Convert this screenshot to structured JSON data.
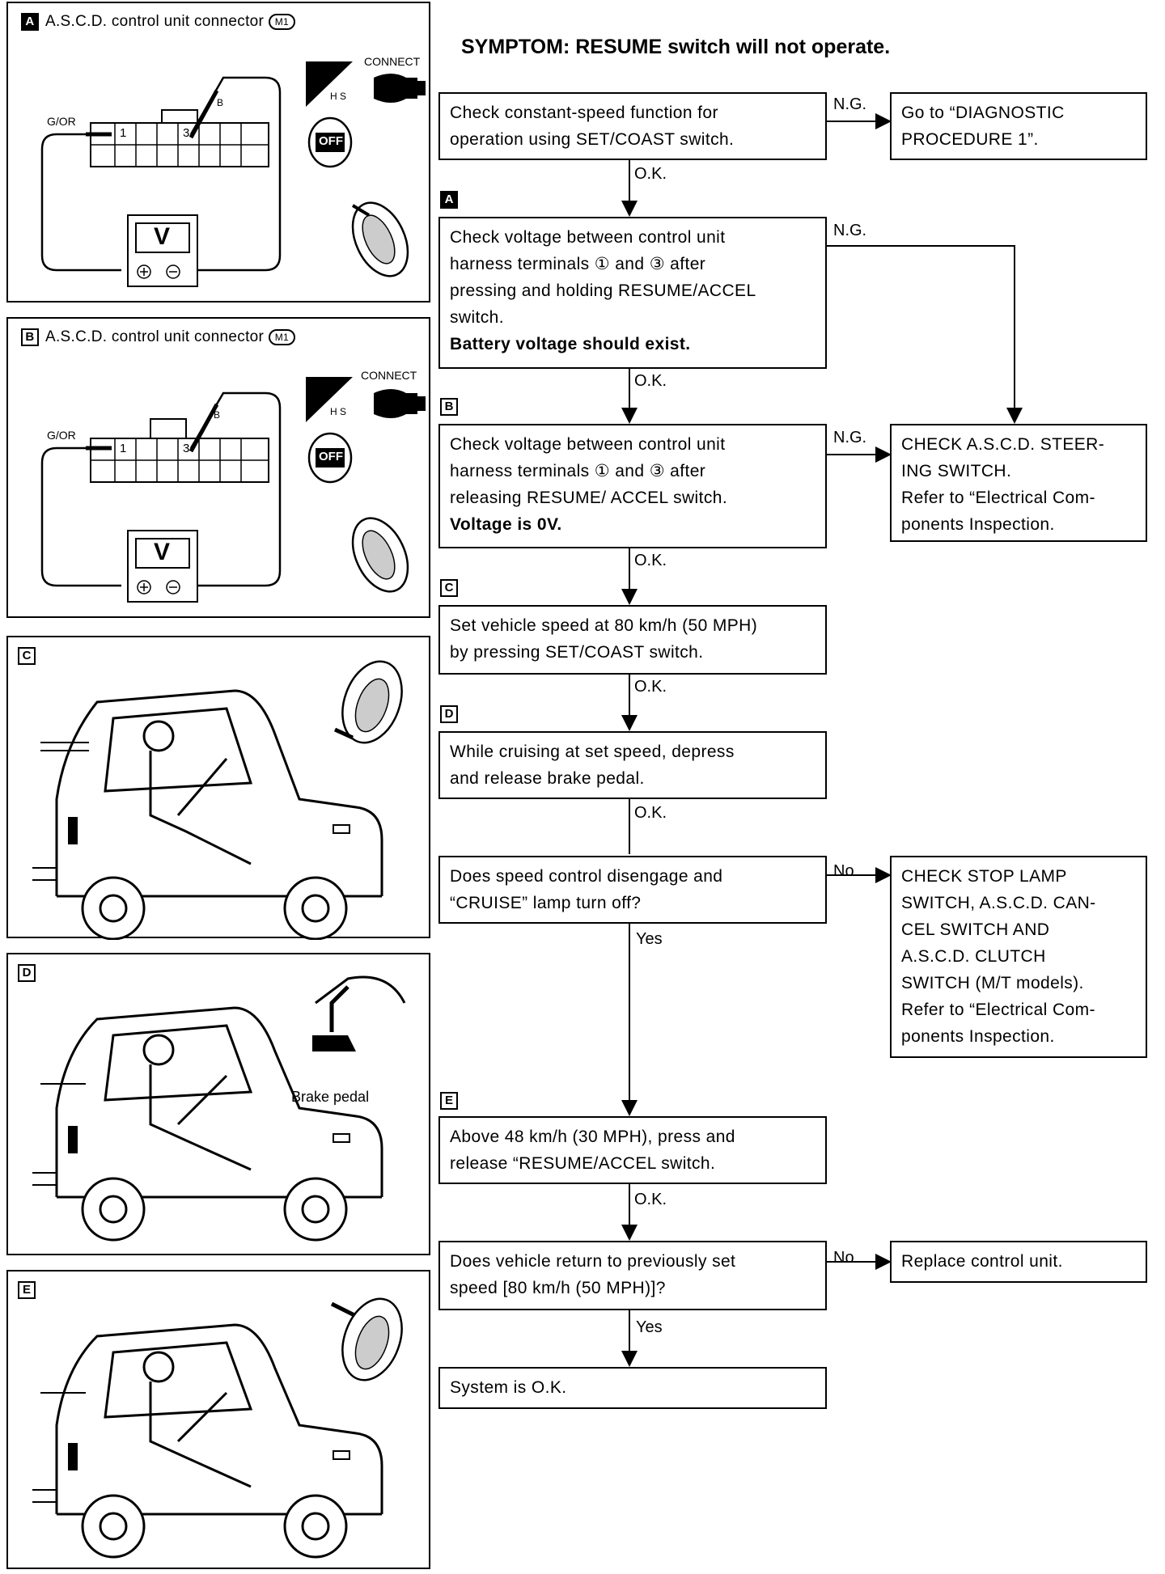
{
  "symptom": "SYMPTOM: RESUME switch will not operate.",
  "panels": {
    "a": {
      "letter": "A",
      "title": "A.S.C.D. control unit connector",
      "connector_code": "M1",
      "wire_label": "G/OR",
      "wire_color": "B",
      "pins": [
        "1",
        "3"
      ],
      "meter": "V",
      "connect_label": "CONNECT",
      "hs_label": "H S",
      "key_label": "OFF"
    },
    "b": {
      "letter": "B",
      "title": "A.S.C.D. control unit connector",
      "connector_code": "M1",
      "wire_label": "G/OR",
      "wire_color": "B",
      "pins": [
        "1",
        "3"
      ],
      "meter": "V",
      "connect_label": "CONNECT",
      "hs_label": "H S",
      "key_label": "OFF"
    },
    "c": {
      "letter": "C"
    },
    "d": {
      "letter": "D",
      "caption": "Brake pedal"
    },
    "e": {
      "letter": "E"
    }
  },
  "flow": {
    "check_constant": [
      "Check constant-speed function for",
      "operation using SET/COAST switch."
    ],
    "diag_proc": [
      "Go to “DIAGNOSTIC",
      "PROCEDURE 1”."
    ],
    "step_a": [
      "Check voltage between control unit",
      "harness terminals ① and ③ after",
      "pressing and holding RESUME/ACCEL",
      "switch."
    ],
    "step_a_bold": "Battery voltage should exist.",
    "step_b": [
      "Check voltage between control unit",
      "harness terminals ① and ③ after",
      "releasing RESUME/ ACCEL switch."
    ],
    "step_b_bold": "Voltage is 0V.",
    "steer_switch": [
      "CHECK A.S.C.D. STEER-",
      "ING SWITCH.",
      "Refer to “Electrical Com-",
      "ponents Inspection."
    ],
    "step_c": [
      "Set vehicle speed at 80 km/h (50 MPH)",
      "by pressing SET/COAST switch."
    ],
    "step_d": [
      "While cruising at set speed, depress",
      "and release brake pedal."
    ],
    "disengage": [
      "Does speed control disengage and",
      "“CRUISE” lamp turn off?"
    ],
    "stop_lamp": [
      "CHECK STOP LAMP",
      "SWITCH, A.S.C.D. CAN-",
      "CEL SWITCH AND",
      "A.S.C.D. CLUTCH",
      "SWITCH (M/T models).",
      "Refer to “Electrical Com-",
      "ponents Inspection."
    ],
    "step_e": [
      "Above 48 km/h (30 MPH), press and",
      "release “RESUME/ACCEL switch."
    ],
    "return_speed": [
      "Does vehicle return to previously set",
      "speed [80 km/h (50 MPH)]?"
    ],
    "replace": [
      "Replace control unit."
    ],
    "system_ok": [
      "System is O.K."
    ]
  },
  "edges": {
    "ng": "N.G.",
    "ok": "O.K.",
    "yes": "Yes",
    "no": "No"
  },
  "step_letters": [
    "A",
    "B",
    "C",
    "D",
    "E"
  ]
}
